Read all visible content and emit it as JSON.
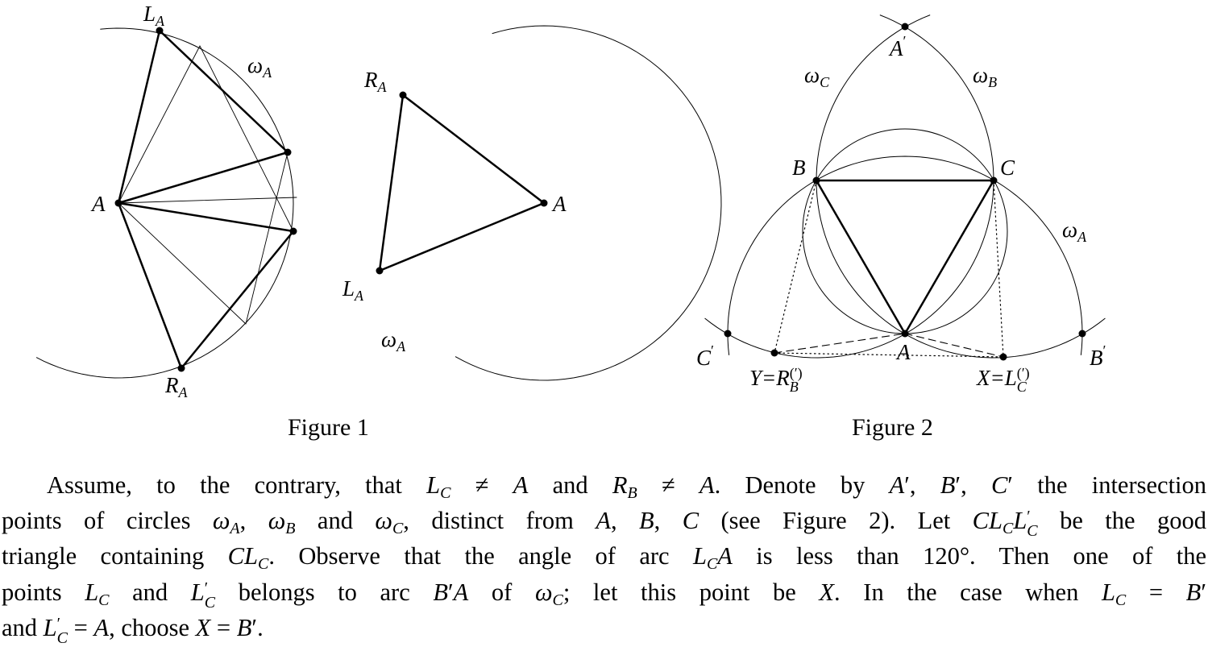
{
  "figure1": {
    "caption": "Figure 1",
    "left": {
      "labels": {
        "LA": {
          "base": "L",
          "sub": "A"
        },
        "omegaA": {
          "base": "ω",
          "sub": "A"
        },
        "A": {
          "base": "A"
        },
        "RA": {
          "base": "R",
          "sub": "A"
        }
      }
    },
    "right": {
      "labels": {
        "RA": {
          "base": "R",
          "sub": "A"
        },
        "A": {
          "base": "A"
        },
        "LA": {
          "base": "L",
          "sub": "A"
        },
        "omegaA": {
          "base": "ω",
          "sub": "A"
        }
      }
    }
  },
  "figure2": {
    "caption": "Figure 2",
    "labels": {
      "Aprime": {
        "base": "A",
        "sup": "′"
      },
      "omegaC": {
        "base": "ω",
        "sub": "C"
      },
      "omegaB": {
        "base": "ω",
        "sub": "B"
      },
      "B": {
        "base": "B"
      },
      "C": {
        "base": "C"
      },
      "omegaA": {
        "base": "ω",
        "sub": "A"
      },
      "Cprime": {
        "base": "C",
        "sup": "′"
      },
      "A": {
        "base": "A"
      },
      "Bprime": {
        "base": "B",
        "sup": "′"
      },
      "Y": {
        "base": "Y=R",
        "sub": "B",
        "sup": "(′)"
      },
      "X": {
        "base": "X=L",
        "sub": "C",
        "sup": "(′)"
      }
    }
  },
  "paragraph": [
    [
      "Assume, to the contrary, that ",
      {
        "i": "L",
        "sub": "C"
      },
      " ≠ ",
      {
        "i": "A"
      },
      " and ",
      {
        "i": "R",
        "sub": "B"
      },
      " ≠ ",
      {
        "i": "A"
      },
      ". Denote by ",
      {
        "i": "A",
        "sup": "′"
      },
      ", ",
      {
        "i": "B",
        "sup": "′"
      },
      ", ",
      {
        "i": "C",
        "sup": "′"
      },
      " the intersection"
    ],
    [
      "points of circles ",
      {
        "i": "ω",
        "sub": "A"
      },
      ", ",
      {
        "i": "ω",
        "sub": "B"
      },
      " and ",
      {
        "i": "ω",
        "sub": "C"
      },
      ", distinct from ",
      {
        "i": "A"
      },
      ", ",
      {
        "i": "B"
      },
      ", ",
      {
        "i": "C"
      },
      " (see Figure 2). Let ",
      {
        "i": "CL",
        "sub": "C"
      },
      {
        "i": "L",
        "sub": "C",
        "sup": "′"
      },
      " be the good"
    ],
    [
      "triangle containing ",
      {
        "i": "CL",
        "sub": "C"
      },
      ". Observe that the angle of arc ",
      {
        "i": "L",
        "sub": "C"
      },
      {
        "i": "A"
      },
      " is less than 120°. Then one of the"
    ],
    [
      "points ",
      {
        "i": "L",
        "sub": "C"
      },
      " and ",
      {
        "i": "L",
        "sub": "C",
        "sup": "′"
      },
      " belongs to arc ",
      {
        "i": "B",
        "sup": "′"
      },
      {
        "i": "A"
      },
      " of ",
      {
        "i": "ω",
        "sub": "C"
      },
      "; let this point be ",
      {
        "i": "X"
      },
      ". In the case when ",
      {
        "i": "L",
        "sub": "C"
      },
      " = ",
      {
        "i": "B",
        "sup": "′"
      }
    ],
    [
      "and ",
      {
        "i": "L",
        "sub": "C",
        "sup": "′"
      },
      " = ",
      {
        "i": "A"
      },
      ", choose ",
      {
        "i": "X"
      },
      " = ",
      {
        "i": "B",
        "sup": "′"
      },
      "."
    ]
  ]
}
